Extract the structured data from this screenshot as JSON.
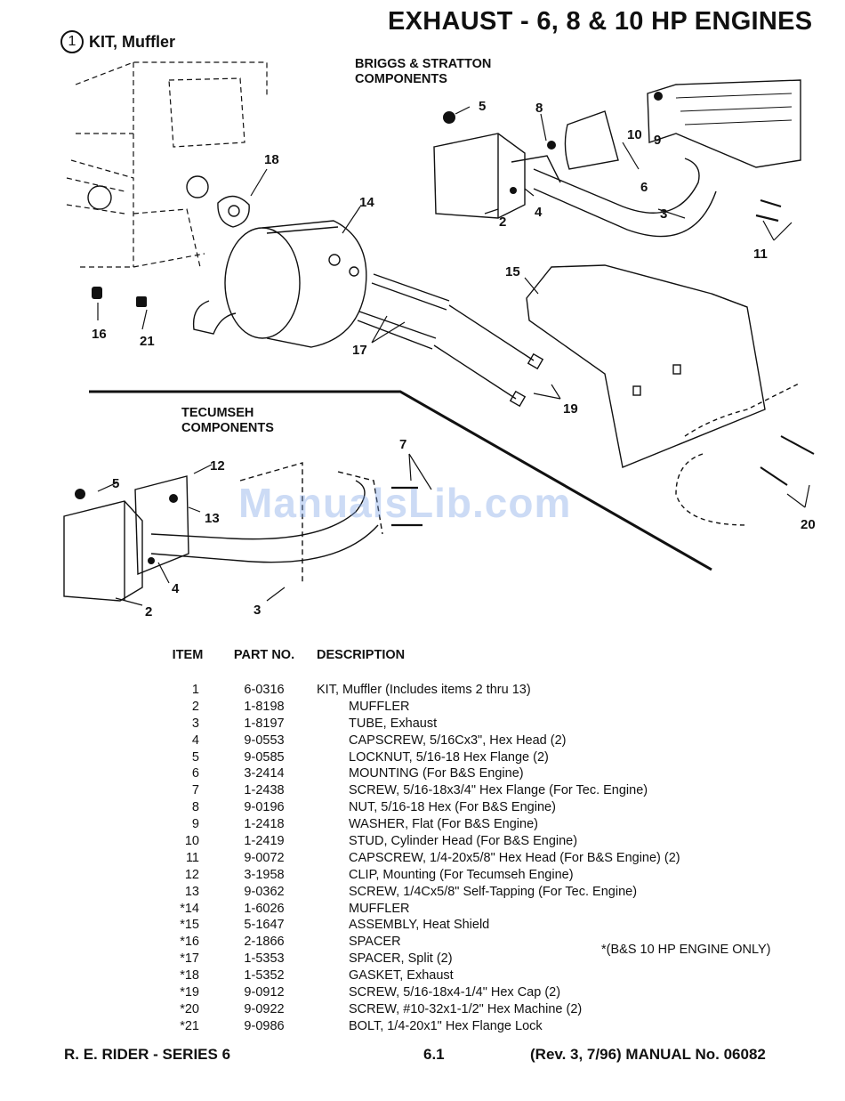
{
  "header": {
    "title": "EXHAUST - 6, 8 & 10 HP ENGINES",
    "kit_number": "1",
    "kit_label": "KIT, Muffler"
  },
  "diagram": {
    "briggs_label": [
      "BRIGGS & STRATTON",
      "COMPONENTS"
    ],
    "tecumseh_label": [
      "TECUMSEH",
      "COMPONENTS"
    ],
    "callouts": {
      "c5a": "5",
      "c8": "8",
      "c10": "10",
      "c9": "9",
      "c6": "6",
      "c4a": "4",
      "c2a": "2",
      "c3a": "3",
      "c11": "11",
      "c18": "18",
      "c14": "14",
      "c15": "15",
      "c16": "16",
      "c21": "21",
      "c17": "17",
      "c19": "19",
      "c7": "7",
      "c12": "12",
      "c5b": "5",
      "c13": "13",
      "c4b": "4",
      "c2b": "2",
      "c3b": "3",
      "c20": "20"
    },
    "watermark": "ManualsLib.com"
  },
  "table": {
    "headers": {
      "item": "ITEM",
      "part": "PART NO.",
      "desc": "DESCRIPTION"
    },
    "rows": [
      {
        "item": "1",
        "part": "6-0316",
        "desc": "KIT, Muffler (Includes items 2 thru 13)"
      },
      {
        "item": "2",
        "part": "1-8198",
        "desc": "MUFFLER"
      },
      {
        "item": "3",
        "part": "1-8197",
        "desc": "TUBE, Exhaust"
      },
      {
        "item": "4",
        "part": "9-0553",
        "desc": "CAPSCREW, 5/16Cx3\", Hex Head (2)"
      },
      {
        "item": "5",
        "part": "9-0585",
        "desc": "LOCKNUT, 5/16-18 Hex Flange (2)"
      },
      {
        "item": "6",
        "part": "3-2414",
        "desc": "MOUNTING (For B&S Engine)"
      },
      {
        "item": "7",
        "part": "1-2438",
        "desc": "SCREW, 5/16-18x3/4\" Hex Flange (For Tec. Engine)"
      },
      {
        "item": "8",
        "part": "9-0196",
        "desc": "NUT, 5/16-18 Hex (For B&S Engine)"
      },
      {
        "item": "9",
        "part": "1-2418",
        "desc": "WASHER, Flat (For B&S Engine)"
      },
      {
        "item": "10",
        "part": "1-2419",
        "desc": "STUD, Cylinder Head (For B&S Engine)"
      },
      {
        "item": "11",
        "part": "9-0072",
        "desc": "CAPSCREW, 1/4-20x5/8\" Hex Head (For B&S Engine) (2)"
      },
      {
        "item": "12",
        "part": "3-1958",
        "desc": "CLIP, Mounting (For Tecumseh Engine)"
      },
      {
        "item": "13",
        "part": "9-0362",
        "desc": "SCREW, 1/4Cx5/8\" Self-Tapping (For Tec. Engine)"
      },
      {
        "item": "*14",
        "part": "1-6026",
        "desc": "MUFFLER"
      },
      {
        "item": "*15",
        "part": "5-1647",
        "desc": "ASSEMBLY, Heat Shield"
      },
      {
        "item": "*16",
        "part": "2-1866",
        "desc": "SPACER"
      },
      {
        "item": "*17",
        "part": "1-5353",
        "desc": "SPACER, Split (2)"
      },
      {
        "item": "*18",
        "part": "1-5352",
        "desc": "GASKET, Exhaust"
      },
      {
        "item": "*19",
        "part": "9-0912",
        "desc": "SCREW, 5/16-18x4-1/4\" Hex Cap (2)"
      },
      {
        "item": "*20",
        "part": "9-0922",
        "desc": "SCREW, #10-32x1-1/2\" Hex Machine (2)"
      },
      {
        "item": "*21",
        "part": "9-0986",
        "desc": "BOLT, 1/4-20x1\" Hex Flange Lock"
      }
    ],
    "note": "*(B&S 10 HP ENGINE ONLY)"
  },
  "footer": {
    "left": "R. E. RIDER - SERIES 6",
    "center": "6.1",
    "right": "(Rev. 3, 7/96) MANUAL No. 06082"
  }
}
